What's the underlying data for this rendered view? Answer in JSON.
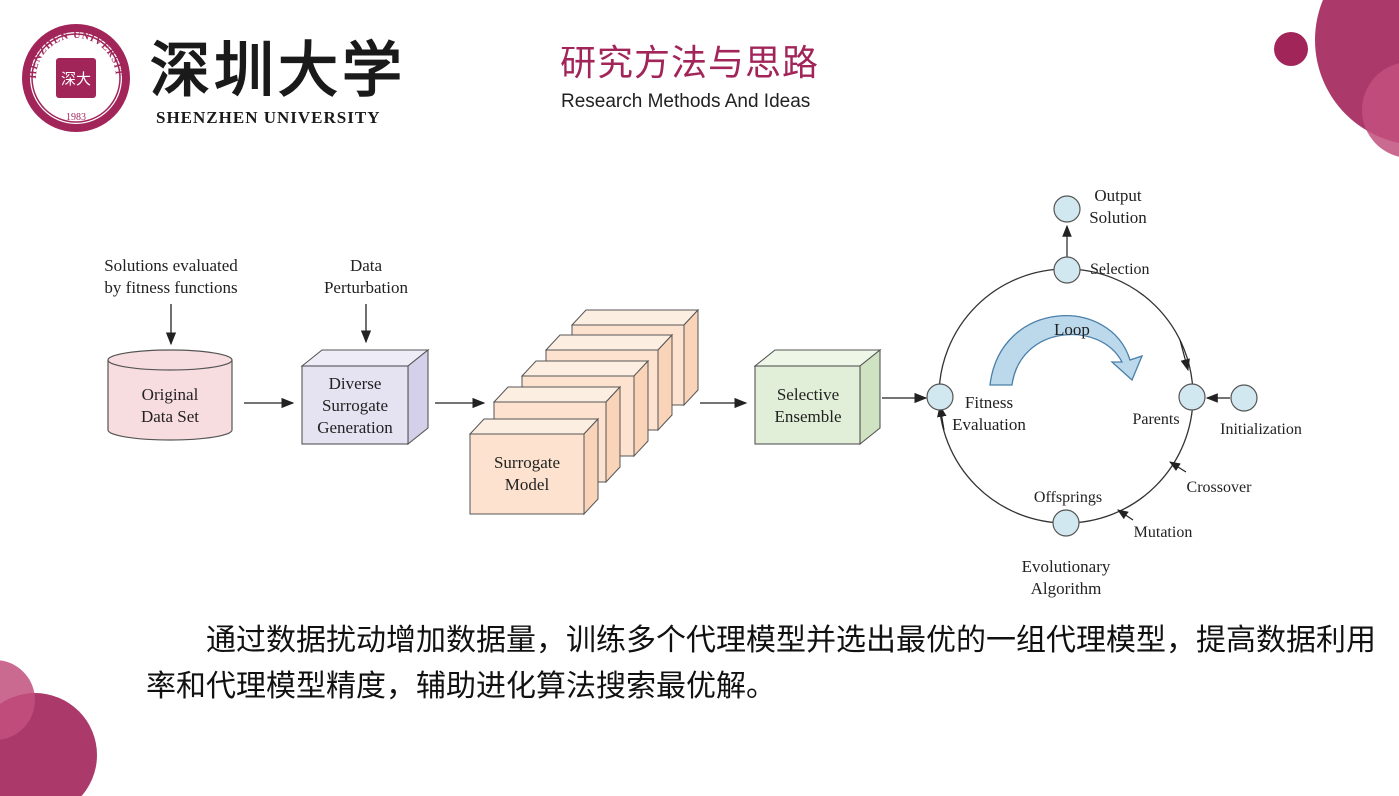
{
  "header": {
    "title": "研究方法与思路",
    "subtitle": "Research Methods And Ideas"
  },
  "logo": {
    "name_cn": "深圳大学",
    "name_en": "SHENZHEN UNIVERSITY",
    "seal_ring_text": "SHENZHEN UNIVERSITY",
    "seal_year": "1983",
    "seal_inner": "深大"
  },
  "colors": {
    "brand": "#a2255a",
    "database_fill": "#f8dde0",
    "generation_fill": "#e5e2f2",
    "surrogate_fill": "#fde3cf",
    "ensemble_fill": "#e2efd8",
    "node_fill": "#d2e8f0"
  },
  "diagram": {
    "input_label": [
      "Solutions evaluated",
      "by fitness functions"
    ],
    "perturbation_label": [
      "Data",
      "Perturbation"
    ],
    "database_label": [
      "Original",
      "Data Set"
    ],
    "generation_label": [
      "Diverse",
      "Surrogate",
      "Generation"
    ],
    "surrogate_label": [
      "Surrogate",
      "Model"
    ],
    "ensemble_label": [
      "Selective",
      "Ensemble"
    ],
    "output_label": [
      "Output",
      "Solution"
    ],
    "selection_label": "Selection",
    "loop_label": "Loop",
    "fitness_label": [
      "Fitness",
      "Evaluation"
    ],
    "parents_label": "Parents",
    "initialization_label": "Initialization",
    "crossover_label": "Crossover",
    "offsprings_label": "Offsprings",
    "mutation_label": "Mutation",
    "ea_label": [
      "Evolutionary",
      "Algorithm"
    ]
  },
  "caption": "通过数据扰动增加数据量，训练多个代理模型并选出最优的一组代理模型，提高数据利用率和代理模型精度，辅助进化算法搜索最优解。"
}
